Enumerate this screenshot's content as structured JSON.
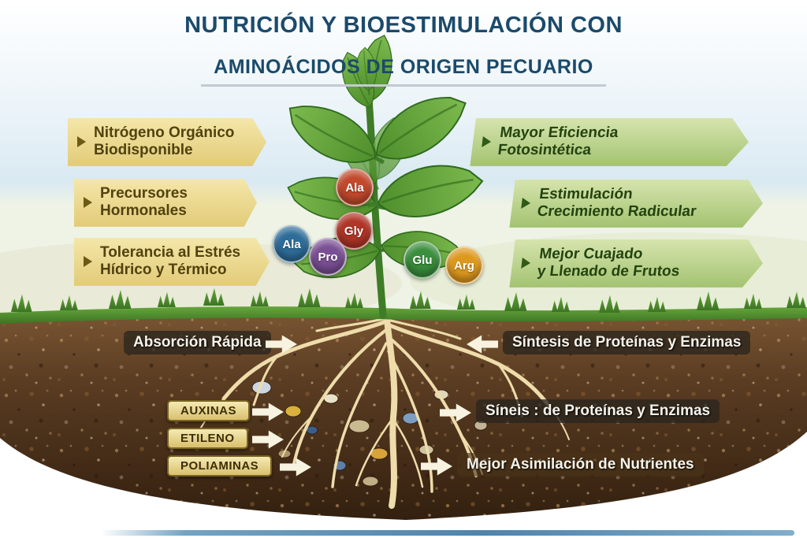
{
  "title": {
    "line1": "NUTRICIÓN Y BIOESTIMULACIÓN CON",
    "line2": "AMINOÁCIDOS DE ORIGEN PECUARIO"
  },
  "colors": {
    "title": "#1b4a6b",
    "left_banner": "#ecd88c",
    "right_banner": "#b8cf86",
    "soil": "#4a3018",
    "leaf": "#4f8f2c"
  },
  "left_banners": [
    {
      "lines": [
        "Nitrógeno Orgánico",
        "Biodisponible"
      ]
    },
    {
      "lines": [
        "Precursores",
        "Hormonales"
      ]
    },
    {
      "lines": [
        "Tolerancia al Estrés",
        "Hídrico y Térmico"
      ]
    }
  ],
  "right_banners": [
    {
      "lines": [
        "Mayor Eficiencia",
        "Fotosintética"
      ]
    },
    {
      "lines": [
        "Estimulación",
        "Crecimiento Radicular"
      ]
    },
    {
      "lines": [
        "Mejor Cuajado",
        "y Llenado de Frutos"
      ]
    }
  ],
  "amino_acids": [
    {
      "label": "Ala",
      "color": "#c2492c"
    },
    {
      "label": "Gly",
      "color": "#b03527"
    },
    {
      "label": "Ala",
      "color": "#2e6d99"
    },
    {
      "label": "Pro",
      "color": "#7a4f94"
    },
    {
      "label": "Glu",
      "color": "#3a8e3d"
    },
    {
      "label": "Arg",
      "color": "#dd981e"
    }
  ],
  "soil_labels": {
    "absorcion": "Absorción Rápida",
    "sintesis": "Síntesis de Proteínas y Enzimas",
    "hormones": [
      "AUXINAS",
      "ETILENO",
      "POLIAMINAS"
    ],
    "sineis": "Síneis : de Proteínas y Enzimas",
    "asimilacion": "Mejor Asimilación de Nutrientes"
  }
}
